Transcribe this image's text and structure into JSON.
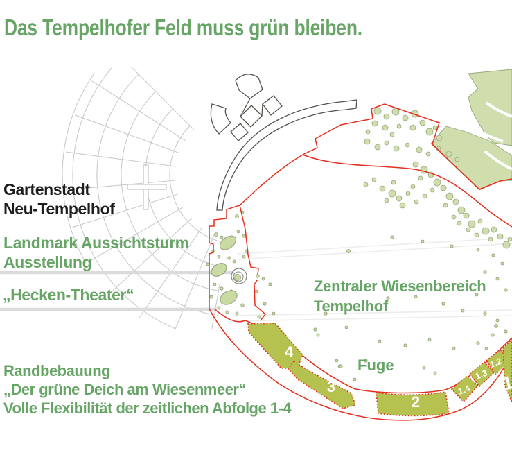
{
  "title": "Das Tempelhofer Feld muss grün bleiben.",
  "labels": {
    "district": {
      "line1": "Gartenstadt",
      "line2": "Neu-Tempelhof"
    },
    "landmark": {
      "line1": "Landmark Aussichtsturm",
      "line2": "Ausstellung"
    },
    "theater": {
      "line1": "„Hecken-Theater“"
    },
    "randbebauung": {
      "line1": "Randbebauung",
      "line2": "„Der grüne Deich am Wiesenmeer“",
      "line3": "Volle Flexibilität der zeitlichen Abfolge 1-4"
    },
    "meadow": {
      "line1": "Zentraler Wiesenbereich",
      "line2": "Tempelhof"
    },
    "fuge": {
      "line1": "Fuge"
    }
  },
  "zones": [
    {
      "label": "4"
    },
    {
      "label": "3"
    },
    {
      "label": "2"
    },
    {
      "label": "1.4"
    },
    {
      "label": "1.3"
    },
    {
      "label": "1.2"
    },
    {
      "label": "1"
    }
  ],
  "colors": {
    "title_green": "#67a567",
    "text_black": "#1d1d1b",
    "boundary_red": "#e5301f",
    "zone_lime": "#b6c24f",
    "vegetation_pale_green": "#d0ddad",
    "street_gray": "#cacaca",
    "leader_gray": "#dbdbdb",
    "background": "#ffffff"
  }
}
